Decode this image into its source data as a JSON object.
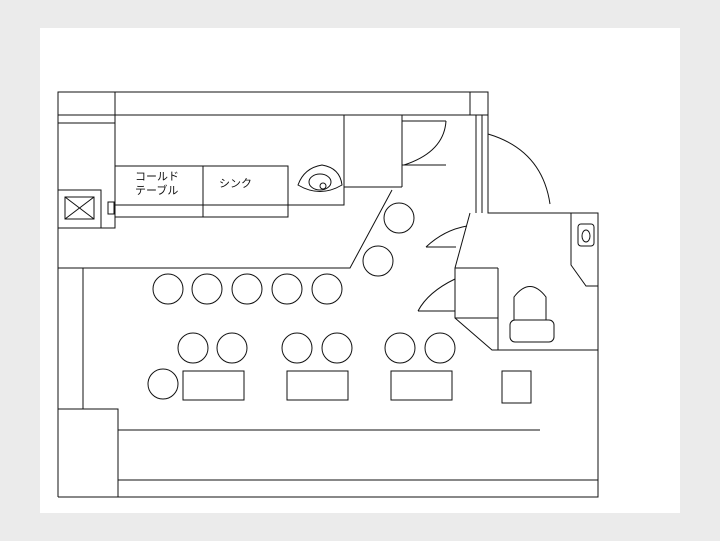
{
  "labels": {
    "cold_table_line1": "コールド",
    "cold_table_line2": "テーブル",
    "sink": "シンク"
  },
  "colors": {
    "background": "#ebebeb",
    "sheet": "#ffffff",
    "line": "#111111"
  }
}
